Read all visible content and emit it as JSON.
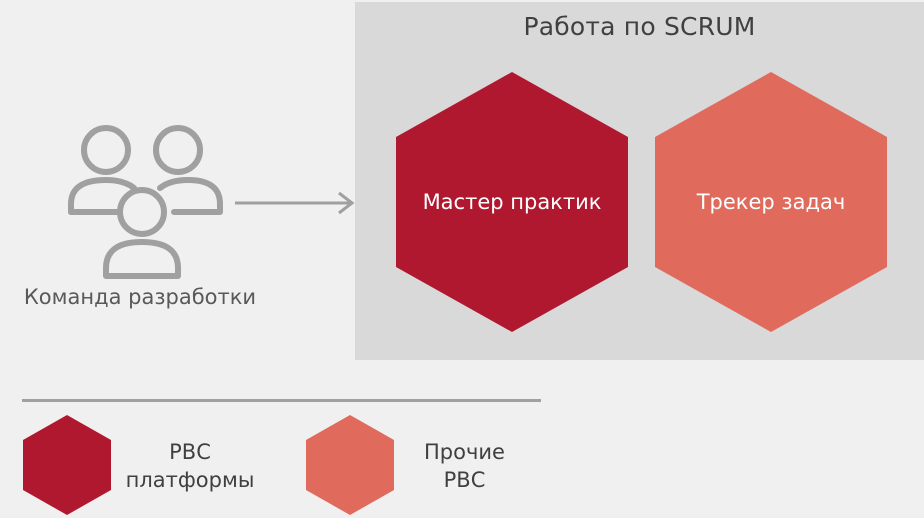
{
  "scrum": {
    "title": "Работа по SCRUM",
    "hexagons": [
      {
        "label": "Мастер практик",
        "color": "#b01830"
      },
      {
        "label": "Трекер задач",
        "color": "#e06a5c"
      }
    ]
  },
  "team": {
    "label": "Команда разработки",
    "icon": "people-group-icon"
  },
  "legend": [
    {
      "lines": [
        "РВС",
        "платформы"
      ],
      "color": "#b01830"
    },
    {
      "lines": [
        "Прочие",
        "РВС"
      ],
      "color": "#e06a5c"
    }
  ],
  "colors": {
    "background": "#f0f0f0",
    "panel": "#d9d9d9",
    "icon_gray": "#a0a0a0"
  }
}
